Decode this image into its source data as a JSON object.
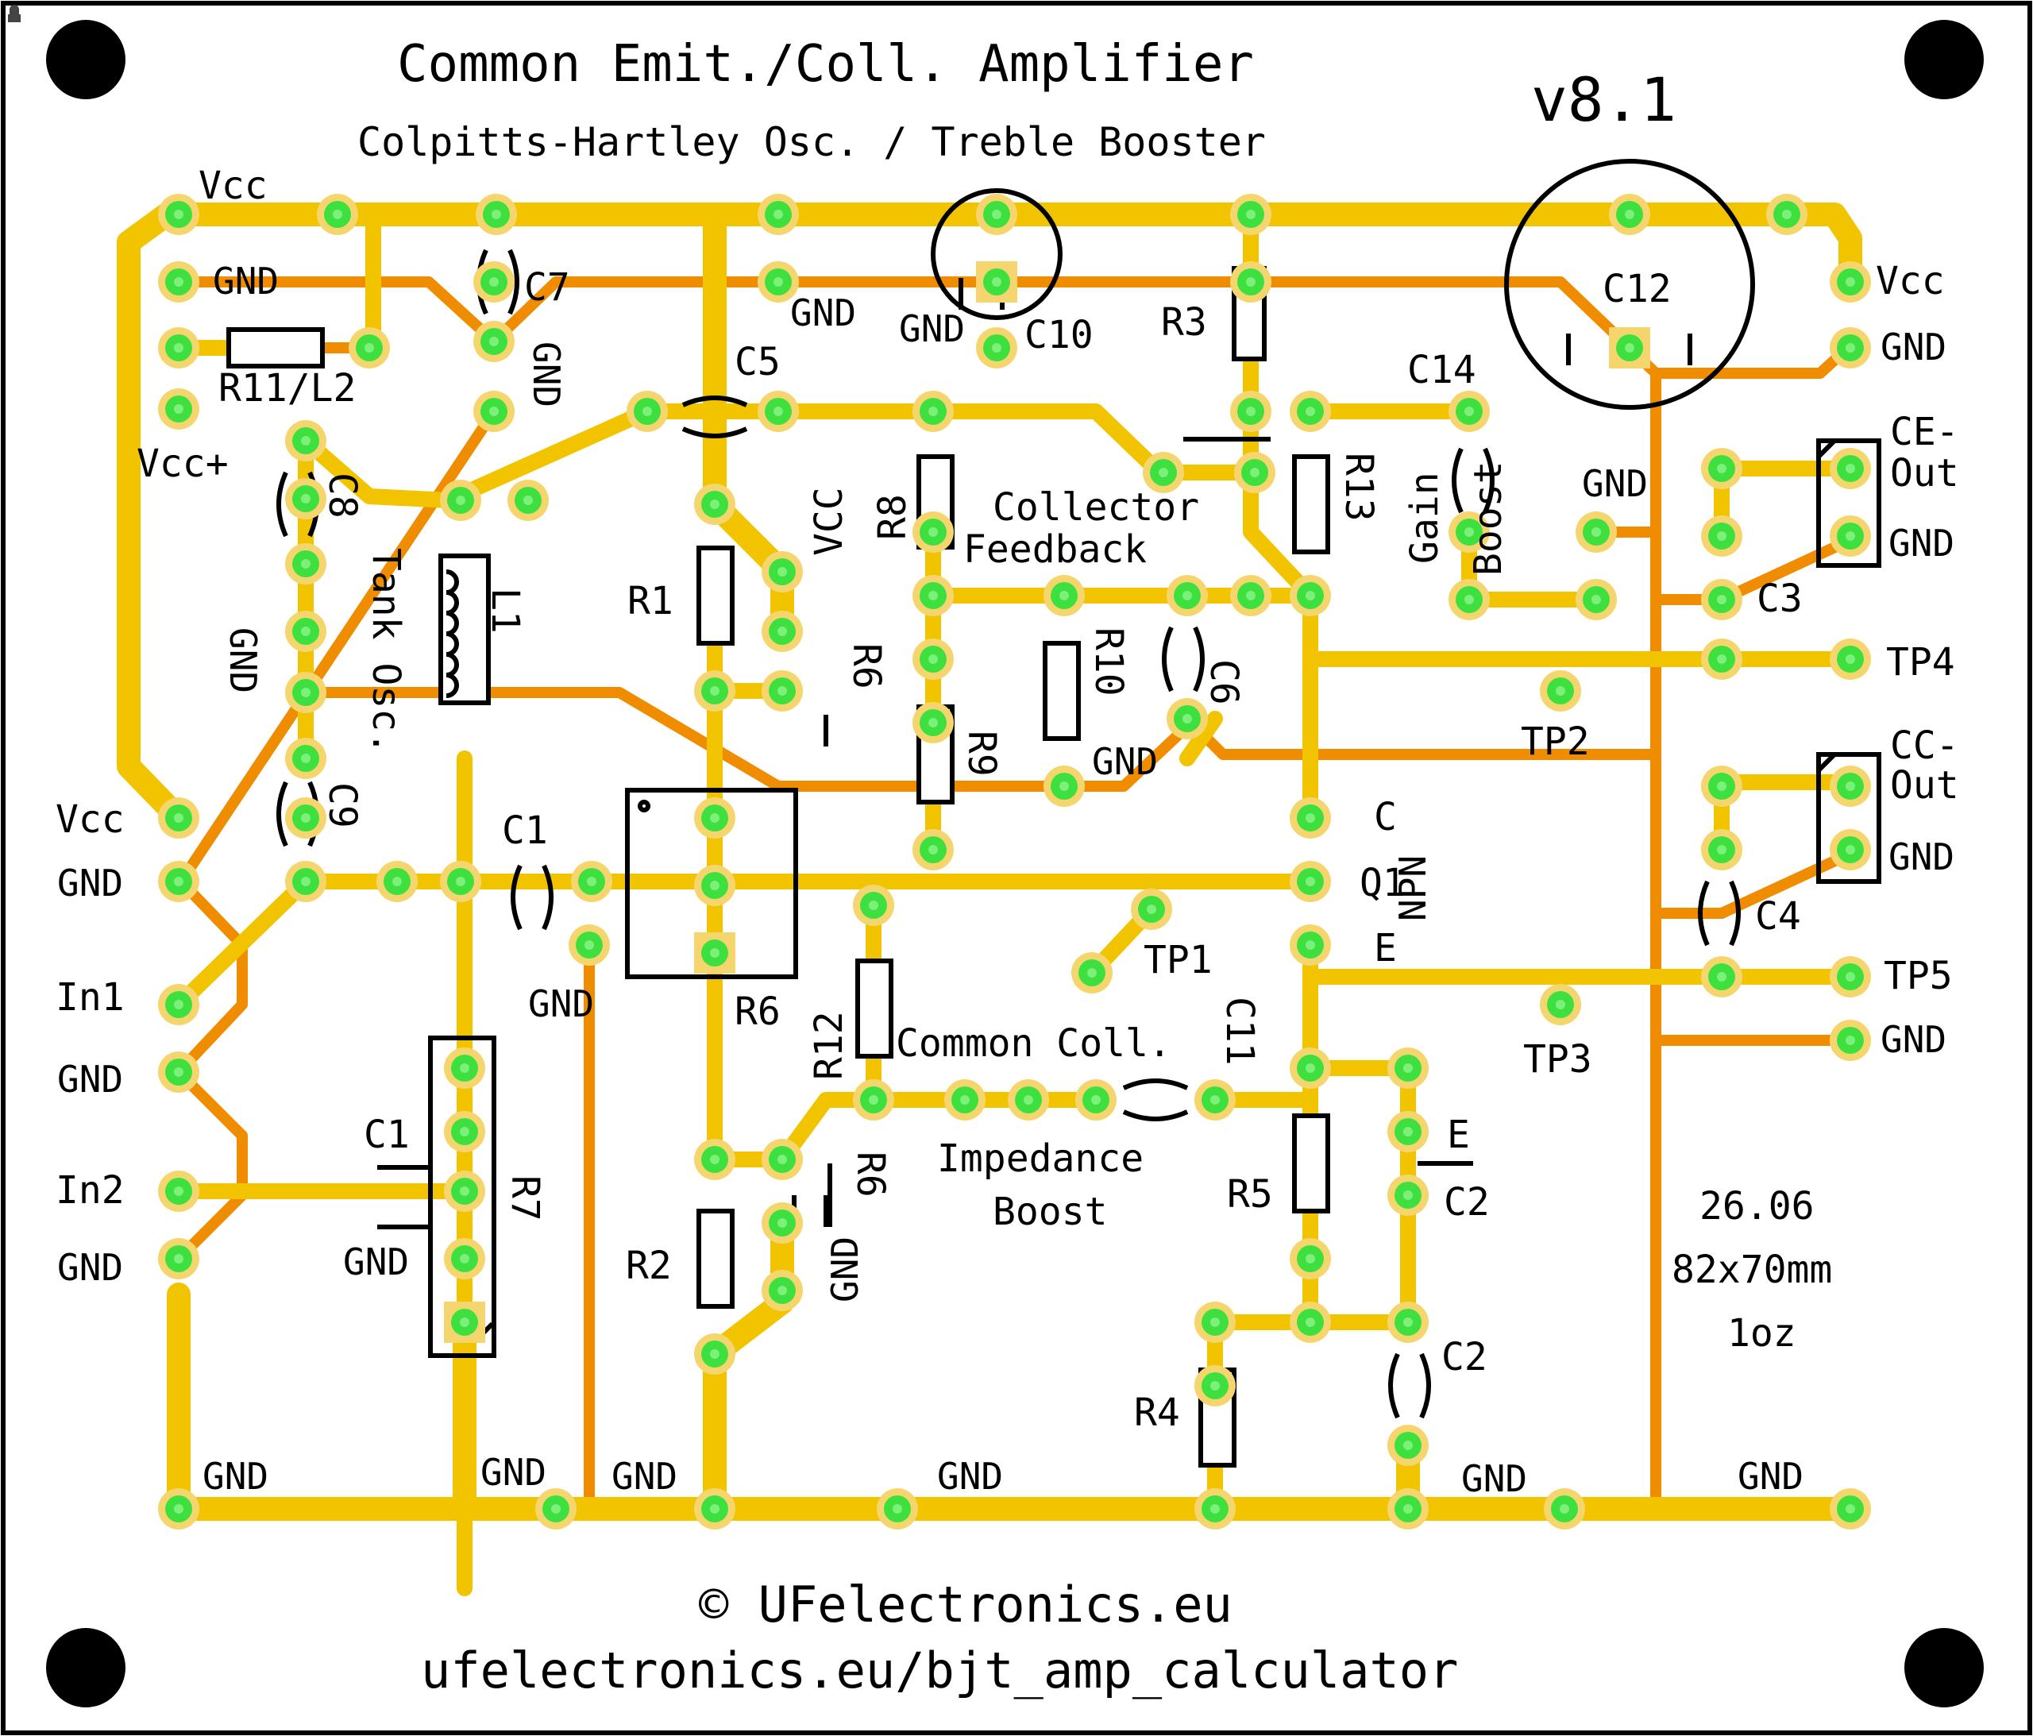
{
  "title": "Common Emit./Coll. Amplifier",
  "subtitle": "Colpitts-Hartley Osc. / Treble Booster",
  "version": "v8.1",
  "copyright": "© UFelectronics.eu",
  "url": "ufelectronics.eu/bjt_amp_calculator",
  "info": {
    "date": "26.06",
    "size": "82x70mm",
    "copper": "1oz"
  },
  "colors": {
    "thick_trace": "#f2c400",
    "thin_trace": "#f08c00",
    "pad_ring": "#f5d66e",
    "pad_center": "#3ee040",
    "outline": "#000000"
  },
  "labels": {
    "vcc_top": "Vcc",
    "gnd_top_left": "GND",
    "r11l2": "R11/L2",
    "vcc_plus": "Vcc+",
    "c7": "C7",
    "gnd_c7": "GND",
    "c5": "C5",
    "gnd_mid_top": "GND",
    "gnd_c10": "GND",
    "c10": "C10",
    "r3": "R3",
    "c12": "C12",
    "vcc_right": "Vcc",
    "gnd_right_top": "GND",
    "c14": "C14",
    "c8": "C8",
    "l1": "L1",
    "tank_osc": "Tank Osc.",
    "gnd_left_vert": "GND",
    "r1": "R1",
    "vcc_r6": "VCC",
    "r6_top": "R6",
    "r8": "R8",
    "collector": "Collector",
    "feedback": "Feedback",
    "r13": "R13",
    "gain": "Gain",
    "boost_gain": "Boost",
    "gnd_gain": "GND",
    "ce": "CE-",
    "out_ce": "Out",
    "gnd_ce": "GND",
    "c3": "C3",
    "tp4": "TP4",
    "tp2": "TP2",
    "r10": "R10",
    "c6": "C6",
    "gnd_c6": "GND",
    "r9": "R9",
    "c9": "C9",
    "vcc_left": "Vcc",
    "gnd_left1": "GND",
    "c1_top": "C1",
    "c_pin": "C",
    "q1": "Q1",
    "npn": "NPN",
    "cc": "CC-",
    "out_cc": "Out",
    "gnd_cc": "GND",
    "c4": "C4",
    "tp1": "TP1",
    "e_pin": "E",
    "tp5": "TP5",
    "in1": "In1",
    "gnd_c1": "GND",
    "r6_box": "R6",
    "gnd_left2": "GND",
    "r12": "R12",
    "common_coll": "Common Coll.",
    "c11": "C11",
    "tp3": "TP3",
    "gnd_right_mid": "GND",
    "c1_r7": "C1",
    "r7": "R7",
    "r6_bot": "R6",
    "gnd_r6_bot": "GND",
    "in2": "In2",
    "impedance": "Impedance",
    "boost_imp": "Boost",
    "e_c2": "E",
    "c2_mid": "C2",
    "gnd_left3": "GND",
    "gnd_r7": "GND",
    "r2": "R2",
    "r5": "R5",
    "c2_bot": "C2",
    "r4": "R4",
    "gnd_b1": "GND",
    "gnd_b2": "GND",
    "gnd_b3": "GND",
    "gnd_b4": "GND",
    "gnd_b5": "GND",
    "gnd_b6": "GND"
  }
}
